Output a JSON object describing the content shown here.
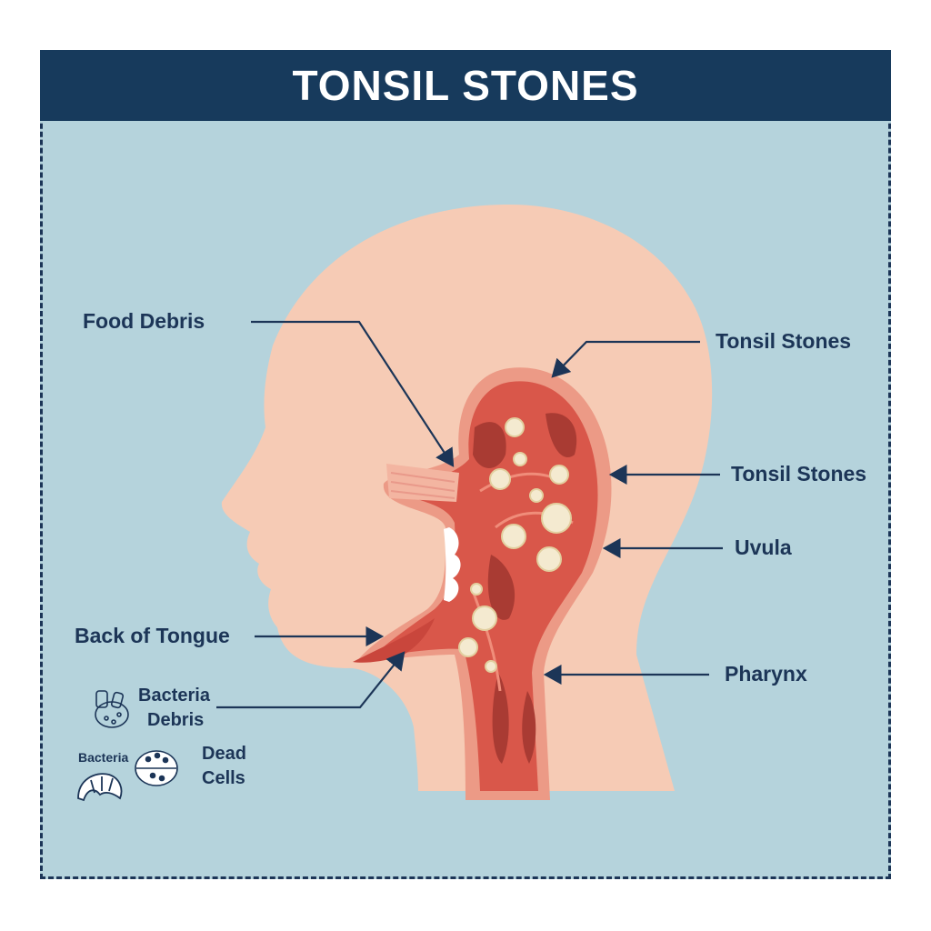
{
  "title": "TONSIL STONES",
  "labels": {
    "food_debris": "Food Debris",
    "tonsil_stones_upper": "Tonsil Stones",
    "tonsil_stones_lower": "Tonsil Stones",
    "uvula": "Uvula",
    "back_of_tongue": "Back of Tongue",
    "pharynx": "Pharynx",
    "bacteria_debris_line1": "Bacteria",
    "bacteria_debris_line2": "Debris",
    "bacteria_small": "Bacteria",
    "dead_cells_line1": "Dead",
    "dead_cells_line2": "Cells"
  },
  "icons": [
    "debris-cluster-icon",
    "bacteria-cell-icon",
    "croissant-debris-icon"
  ],
  "colors": {
    "title_bar": "#173a5c",
    "background": "#b5d3dc",
    "skin": "#f6cbb5",
    "tissue": "#d9574a",
    "tissue_dark": "#a93b33",
    "stone": "#f4ead0",
    "text": "#1c3557"
  }
}
